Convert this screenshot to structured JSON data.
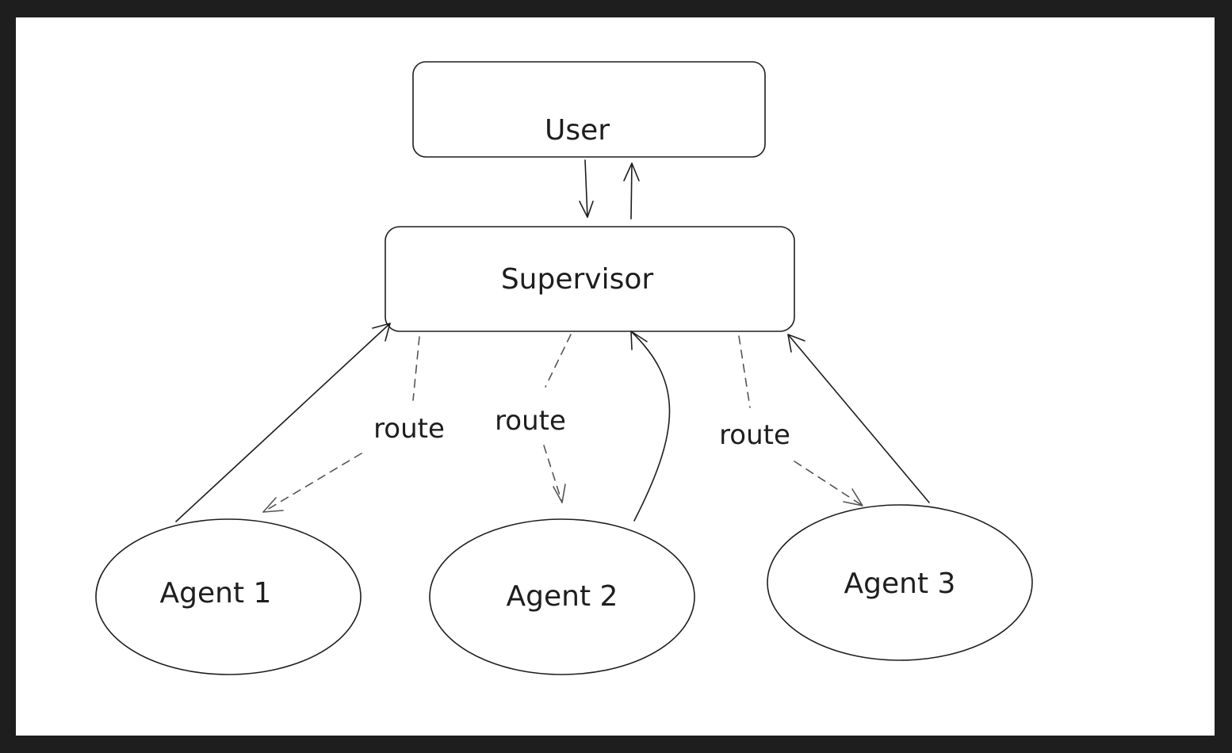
{
  "nodes": {
    "user": {
      "label": "User",
      "shape": "rounded-rect"
    },
    "supervisor": {
      "label": "Supervisor",
      "shape": "rounded-rect"
    },
    "agent1": {
      "label": "Agent 1",
      "shape": "ellipse"
    },
    "agent2": {
      "label": "Agent 2",
      "shape": "ellipse"
    },
    "agent3": {
      "label": "Agent 3",
      "shape": "ellipse"
    }
  },
  "edges": {
    "route1": {
      "label": "route",
      "style": "dashed",
      "from": "Supervisor",
      "to": "Agent 1"
    },
    "route2": {
      "label": "route",
      "style": "dashed",
      "from": "Supervisor",
      "to": "Agent 2"
    },
    "route3": {
      "label": "route",
      "style": "dashed",
      "from": "Supervisor",
      "to": "Agent 3"
    },
    "return1": {
      "label": "",
      "style": "solid",
      "from": "Agent 1",
      "to": "Supervisor"
    },
    "return2": {
      "label": "",
      "style": "solid",
      "from": "Agent 2",
      "to": "Supervisor"
    },
    "return3": {
      "label": "",
      "style": "solid",
      "from": "Agent 3",
      "to": "Supervisor"
    },
    "user_to_supervisor": {
      "label": "",
      "style": "solid",
      "from": "User",
      "to": "Supervisor"
    },
    "supervisor_to_user": {
      "label": "",
      "style": "solid",
      "from": "Supervisor",
      "to": "User"
    }
  },
  "colors": {
    "background": "#1e1e1e",
    "canvas": "#ffffff",
    "stroke": "#1e1e1e",
    "dashed_stroke": "#555555"
  }
}
